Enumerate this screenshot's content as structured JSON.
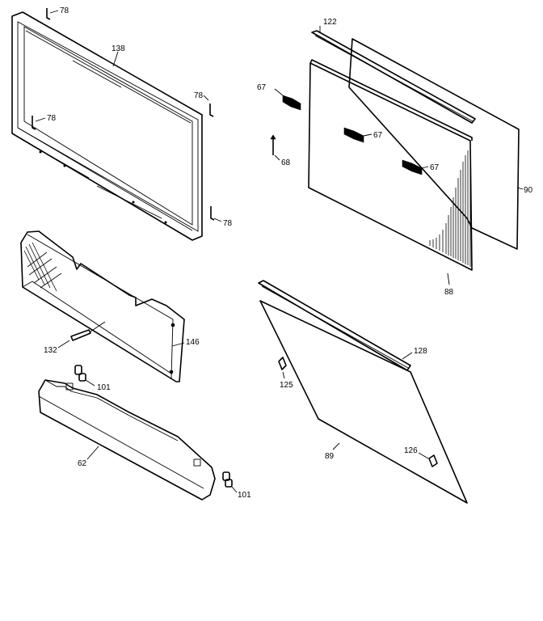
{
  "parts": [
    {
      "id": "bezel-frame",
      "number": "138"
    },
    {
      "id": "clip-top-left",
      "number": "78"
    },
    {
      "id": "clip-top-right",
      "number": "78"
    },
    {
      "id": "clip-inner-left",
      "number": "78"
    },
    {
      "id": "clip-bottom-right",
      "number": "78"
    },
    {
      "id": "channel-top",
      "number": "122"
    },
    {
      "id": "holder-a",
      "number": "67"
    },
    {
      "id": "holder-b",
      "number": "67"
    },
    {
      "id": "holder-c",
      "number": "67"
    },
    {
      "id": "pin",
      "number": "68"
    },
    {
      "id": "rear-panel",
      "number": "90"
    },
    {
      "id": "lens-screen",
      "number": "88"
    },
    {
      "id": "speaker-grille",
      "number": "146"
    },
    {
      "id": "grille-pin",
      "number": "132"
    },
    {
      "id": "bracket-left",
      "number": "101"
    },
    {
      "id": "bracket-right",
      "number": "101"
    },
    {
      "id": "bottom-trim",
      "number": "62"
    },
    {
      "id": "channel-lower",
      "number": "128"
    },
    {
      "id": "pad-left",
      "number": "125"
    },
    {
      "id": "pad-right",
      "number": "126"
    },
    {
      "id": "front-glass",
      "number": "89"
    }
  ]
}
